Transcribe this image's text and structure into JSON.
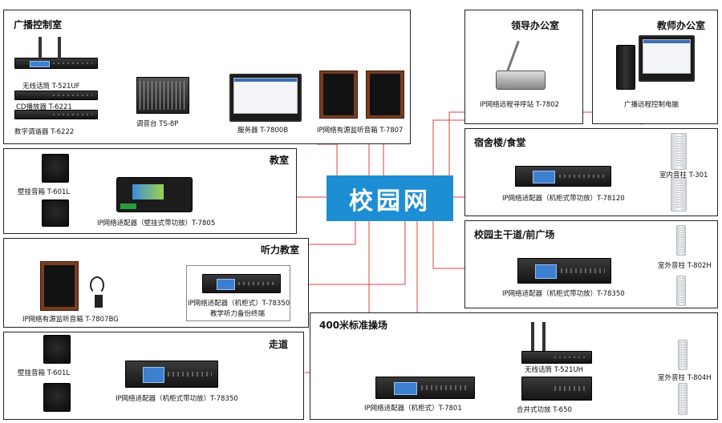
{
  "hub": {
    "label": "校园网"
  },
  "rooms": {
    "broadcast": {
      "title": "广播控制室"
    },
    "leader": {
      "title": "领导办公室"
    },
    "teacher": {
      "title": "教师办公室"
    },
    "classroom": {
      "title": "教室"
    },
    "dorm": {
      "title": "宿舍楼/食堂"
    },
    "listening": {
      "title": "听力教室"
    },
    "campus_road": {
      "title": "校园主干道/前广场"
    },
    "corridor": {
      "title": "走道"
    },
    "field": {
      "title": "400米标准操场"
    }
  },
  "devices": {
    "wireless_mic": "无线话筒 T-521UF",
    "cd_player": "CD播放器 T-6221",
    "digital_tuner": "数字调谐器 T-6222",
    "mixer": "调音台 TS-8P",
    "server": "服务器 T-7800B",
    "monitor_speaker": "IP网络有源监听音箱 T-7807",
    "paging_station": "IP网络远程寻呼站 T-7802",
    "remote_pc": "广播远程控制电脑",
    "wall_speaker_classroom": "壁挂音箱 T-601L",
    "adapter_wall": "IP网络适配器（壁挂式带功放）T-7805",
    "adapter_dorm": "IP网络适配器（机柜式带功放）T-78120",
    "indoor_column": "室内音柱 T-301",
    "listening_speaker": "IP网络有源监听音箱 T-7807BG",
    "adapter_listening": "IP网络适配器（机柜式）T-78350",
    "listening_backup": "教学听力备份终端",
    "adapter_road": "IP网络适配器（机柜式带功放）T-78350",
    "outdoor_column_802": "室外音柱 T-802H",
    "wall_speaker_corridor": "壁挂音箱 T-601L",
    "adapter_corridor": "IP网络适配器（机柜式带功放）T-78350",
    "adapter_field": "IP网络适配器（机柜式）T-7801",
    "wireless_mic_field": "无线话筒 T-521UH",
    "merge_amp": "合并式功放 T-650",
    "outdoor_column_804": "室外音柱 T-804H"
  },
  "colors": {
    "hub": "#1e8ed4",
    "network_line": "#e0413c",
    "audio_line": "#2fa84f"
  }
}
